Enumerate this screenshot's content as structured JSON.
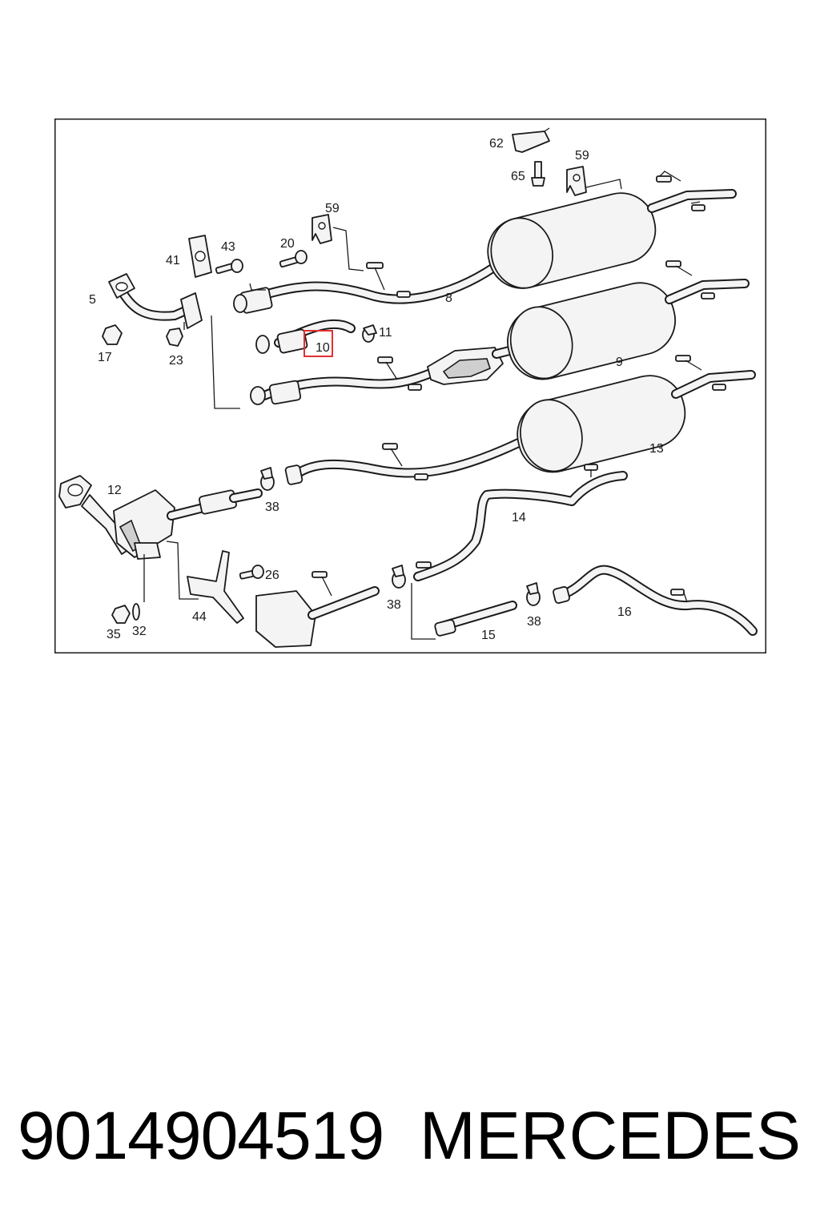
{
  "diagram": {
    "labels": {
      "l62": "62",
      "l59a": "59",
      "l65": "65",
      "l59b": "59",
      "l41": "41",
      "l43": "43",
      "l20": "20",
      "l5": "5",
      "l8": "8",
      "l17": "17",
      "l23": "23",
      "l10": "10",
      "l11": "11",
      "l9": "9",
      "l13": "13",
      "l12": "12",
      "l38a": "38",
      "l14": "14",
      "l26": "26",
      "l38b": "38",
      "l38c": "38",
      "l16": "16",
      "l35": "35",
      "l32": "32",
      "l44": "44",
      "l15": "15"
    },
    "highlight_color": "#e03030"
  },
  "footer": {
    "part_number": "9014904519",
    "brand": "MERCEDES"
  }
}
